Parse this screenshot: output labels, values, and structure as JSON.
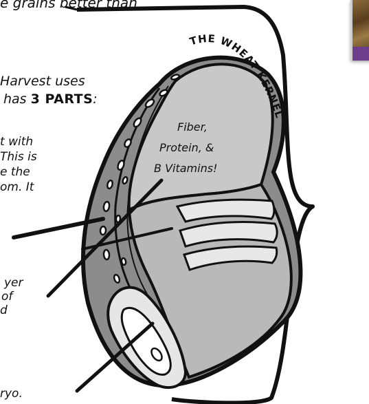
{
  "intro_text": "e grains better than",
  "kernel_title": "THE WHEAT KERNEL",
  "harvest_text": {
    "line1": "Harvest uses",
    "line2_pre": "has ",
    "line2_bold": "3 PARTS",
    "line2_post": ":"
  },
  "bran_text": [
    "t with",
    "This is",
    "e the",
    "om. It"
  ],
  "endosperm_text": [
    "yer",
    "of",
    "d"
  ],
  "germ_text": "ryo.",
  "nutrients_label": [
    "Fiber,",
    "Protein, &",
    "B Vitamins!"
  ],
  "colors": {
    "outline": "#111111",
    "bran_layer": "#8c8c8c",
    "endosperm": "#c8c8c8",
    "germ": "#e6e6e6",
    "photo_band": "#6b3d8a"
  }
}
